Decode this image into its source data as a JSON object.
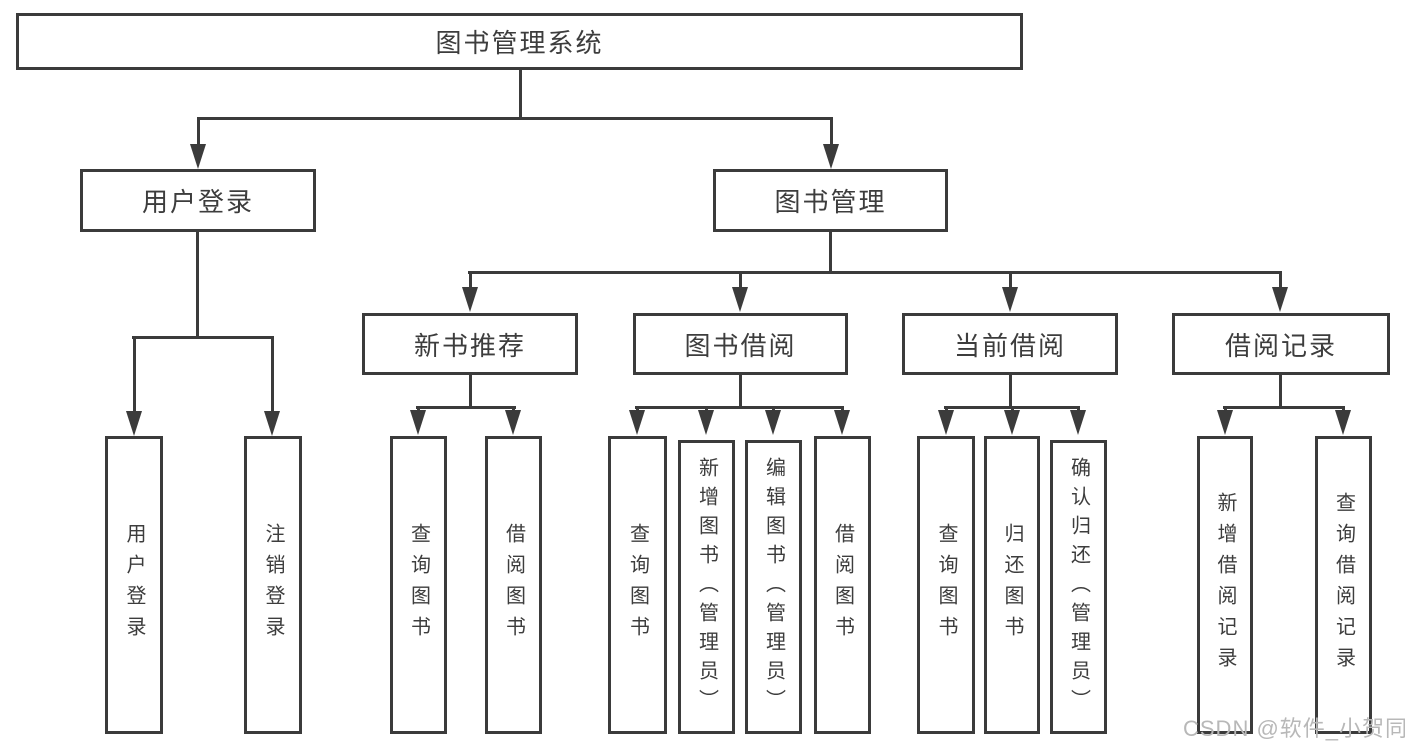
{
  "tree": {
    "root": {
      "label": "图书管理系统",
      "children": [
        {
          "label": "用户登录",
          "children": [
            {
              "label": "用户登录"
            },
            {
              "label": "注销登录"
            }
          ]
        },
        {
          "label": "图书管理",
          "children": [
            {
              "label": "新书推荐",
              "children": [
                {
                  "label": "查询图书"
                },
                {
                  "label": "借阅图书"
                }
              ]
            },
            {
              "label": "图书借阅",
              "children": [
                {
                  "label": "查询图书"
                },
                {
                  "label": "新增图书（管理员）"
                },
                {
                  "label": "编辑图书（管理员）"
                },
                {
                  "label": "借阅图书"
                }
              ]
            },
            {
              "label": "当前借阅",
              "children": [
                {
                  "label": "查询图书"
                },
                {
                  "label": "归还图书"
                },
                {
                  "label": "确认归还（管理员）"
                }
              ]
            },
            {
              "label": "借阅记录",
              "children": [
                {
                  "label": "新增借阅记录"
                },
                {
                  "label": "查询借阅记录"
                }
              ]
            }
          ]
        }
      ]
    }
  },
  "watermark": "CSDN @软件_小贺同学",
  "colors": {
    "background": "#ffffff",
    "line": "#3b3b3b",
    "text": "#3d3d3d",
    "watermark_text": "#b8b8b8"
  }
}
